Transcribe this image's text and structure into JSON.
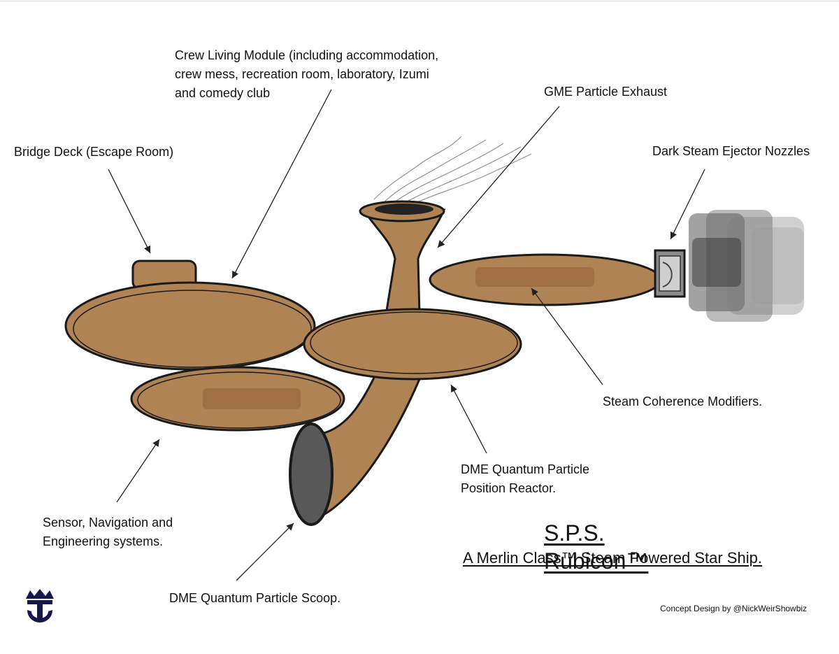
{
  "colors": {
    "hull": "#b08355",
    "hull_dark": "#946037",
    "outline": "#1a1a1a",
    "smoke": "#6b6b6b",
    "logo": "#16174d"
  },
  "labels": {
    "crew_module": "Crew Living Module (including accommodation,\ncrew mess, recreation room, laboratory, Izumi\nand comedy club",
    "gme_exhaust": "GME Particle Exhaust",
    "bridge": "Bridge Deck (Escape Room)",
    "dark_steam": "Dark Steam Ejector Nozzles",
    "coherence": "Steam Coherence Modifiers.",
    "reactor": "DME Quantum Particle\nPosition Reactor.",
    "sensor": "Sensor, Navigation and\nEngineering systems.",
    "scoop": "DME Quantum Particle Scoop."
  },
  "title": "S.P.S. Rubicon™",
  "subtitle": "A Merlin Class™ Steam Powered Star Ship.",
  "credit": "Concept Design by @NickWeirShowbiz",
  "logo_icon": "crown-anchor-logo-icon"
}
